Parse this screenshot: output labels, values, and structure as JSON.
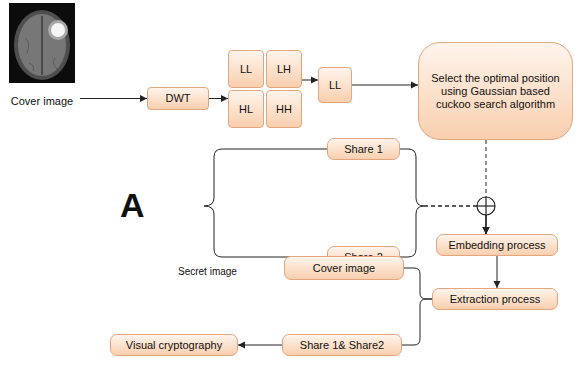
{
  "diagram": {
    "nodes": [
      {
        "text": [
          "Cover image"
        ]
      },
      {
        "text": [
          "DWT"
        ]
      },
      {
        "text": [
          "LL"
        ]
      },
      {
        "text": [
          "LH"
        ]
      },
      {
        "text": [
          "HL"
        ]
      },
      {
        "text": [
          "HH"
        ]
      },
      {
        "text": [
          "LL"
        ]
      },
      {
        "text": [
          "Select the optimal position using Gaussian based cuckoo search algorithm"
        ]
      },
      {
        "text": [
          "Share 1"
        ]
      },
      {
        "text": [
          "Share 2"
        ]
      },
      {
        "text": [
          "Embedding process"
        ]
      },
      {
        "text": [
          "Cover image"
        ]
      },
      {
        "text": [
          "Extraction process"
        ]
      },
      {
        "text": [
          "Share 1& Share2"
        ]
      },
      {
        "text": [
          "Visual cryptography"
        ]
      }
    ],
    "edges": [
      {
        "from": 0,
        "to": 1,
        "arrow": "to"
      },
      {
        "from": 1,
        "to": 4,
        "arrow": "to"
      },
      {
        "from": 3,
        "to": 6,
        "arrow": "to"
      },
      {
        "from": 6,
        "to": 7,
        "arrow": "to"
      },
      {
        "from": 7,
        "to": 10,
        "arrow": "to"
      },
      {
        "from": 8,
        "to": 10,
        "arrow": "to"
      },
      {
        "from": 9,
        "to": 10,
        "arrow": "to"
      },
      {
        "from": 10,
        "to": 12,
        "arrow": "to"
      },
      {
        "from": 12,
        "to": 11,
        "arrow": "none"
      },
      {
        "from": 12,
        "to": 13,
        "arrow": "none"
      },
      {
        "from": 13,
        "to": 14,
        "arrow": "to"
      }
    ],
    "labels": [
      "A",
      "Secret image"
    ]
  }
}
